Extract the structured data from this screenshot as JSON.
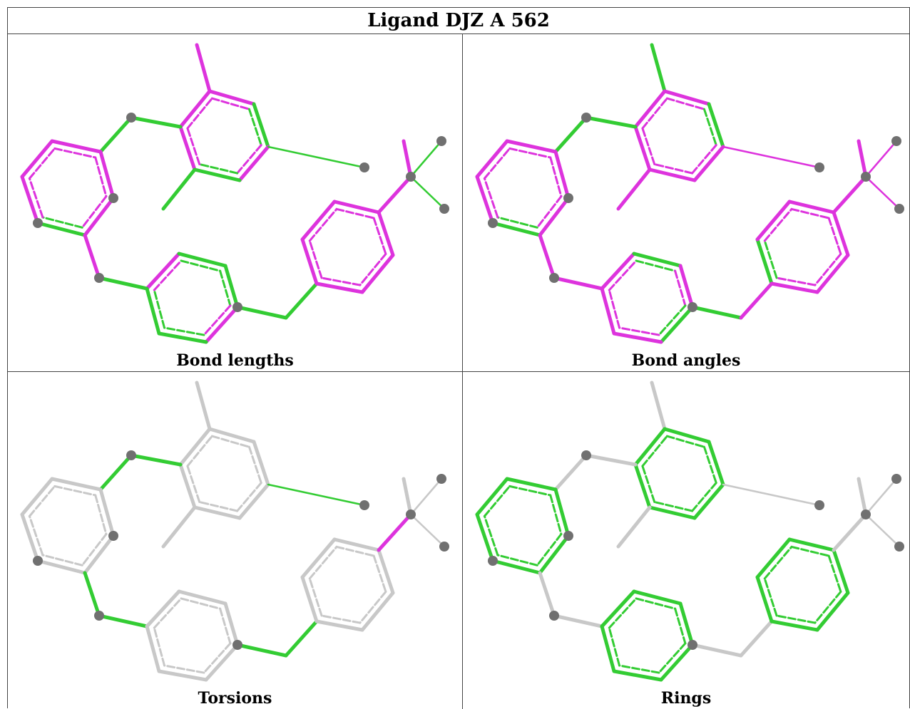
{
  "title": "Ligand DJZ A 562",
  "panels": [
    {
      "id": "bond-lengths",
      "caption": "Bond lengths"
    },
    {
      "id": "bond-angles",
      "caption": "Bond angles"
    },
    {
      "id": "torsions",
      "caption": "Torsions"
    },
    {
      "id": "rings",
      "caption": "Rings"
    }
  ],
  "colors": {
    "green": "#33cc33",
    "magenta": "#dd33dd",
    "gray": "#c8c8c8",
    "atom": "#707070",
    "border": "#444444"
  }
}
